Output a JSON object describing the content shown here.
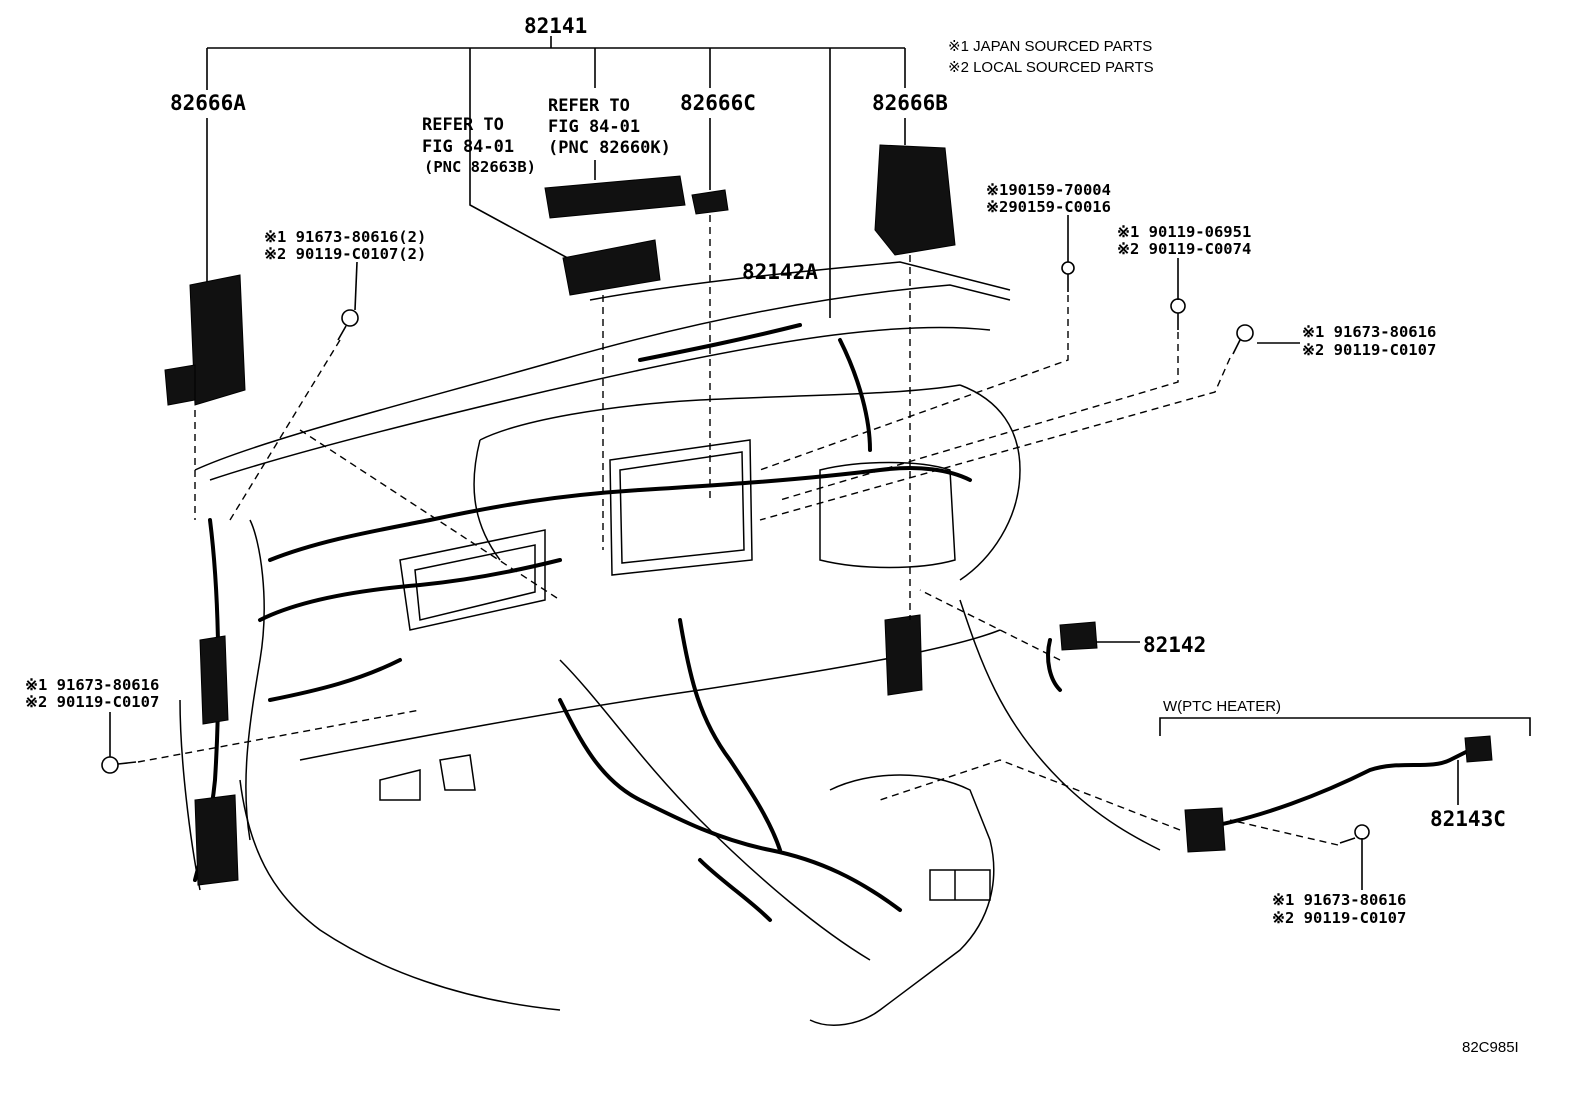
{
  "legend": {
    "japan": "※1 JAPAN SOURCED PARTS",
    "local": "※2 LOCAL SOURCED PARTS"
  },
  "parts": {
    "main_harness": "82141",
    "junction_a": "82666A",
    "junction_b": "82666B",
    "junction_c": "82666C",
    "wire_82142a": "82142A",
    "wire_82142": "82142",
    "wire_82143c": "82143C"
  },
  "refer_1": {
    "line1": "REFER TO",
    "line2": "FIG 84-01",
    "line3": "(PNC 82663B)"
  },
  "refer_2": {
    "line1": "REFER TO",
    "line2": "FIG 84-01",
    "line3": "(PNC 82660K)"
  },
  "fasteners": {
    "top_left": {
      "jp": "※1 91673-80616(2)",
      "local": "※2 90119-C0107(2)"
    },
    "top_mid": {
      "jp": "※190159-70004",
      "local": "※290159-C0016"
    },
    "top_right": {
      "jp": "※1 90119-06951",
      "local": "※2 90119-C0074"
    },
    "right": {
      "jp": "※1 91673-80616",
      "local": "※2 90119-C0107"
    },
    "left": {
      "jp": "※1 91673-80616",
      "local": "※2 90119-C0107"
    },
    "bottom_right": {
      "jp": "※1 91673-80616",
      "local": "※2 90119-C0107"
    }
  },
  "ptc_heater_label": "W(PTC HEATER)",
  "figure_code": "82C985I"
}
